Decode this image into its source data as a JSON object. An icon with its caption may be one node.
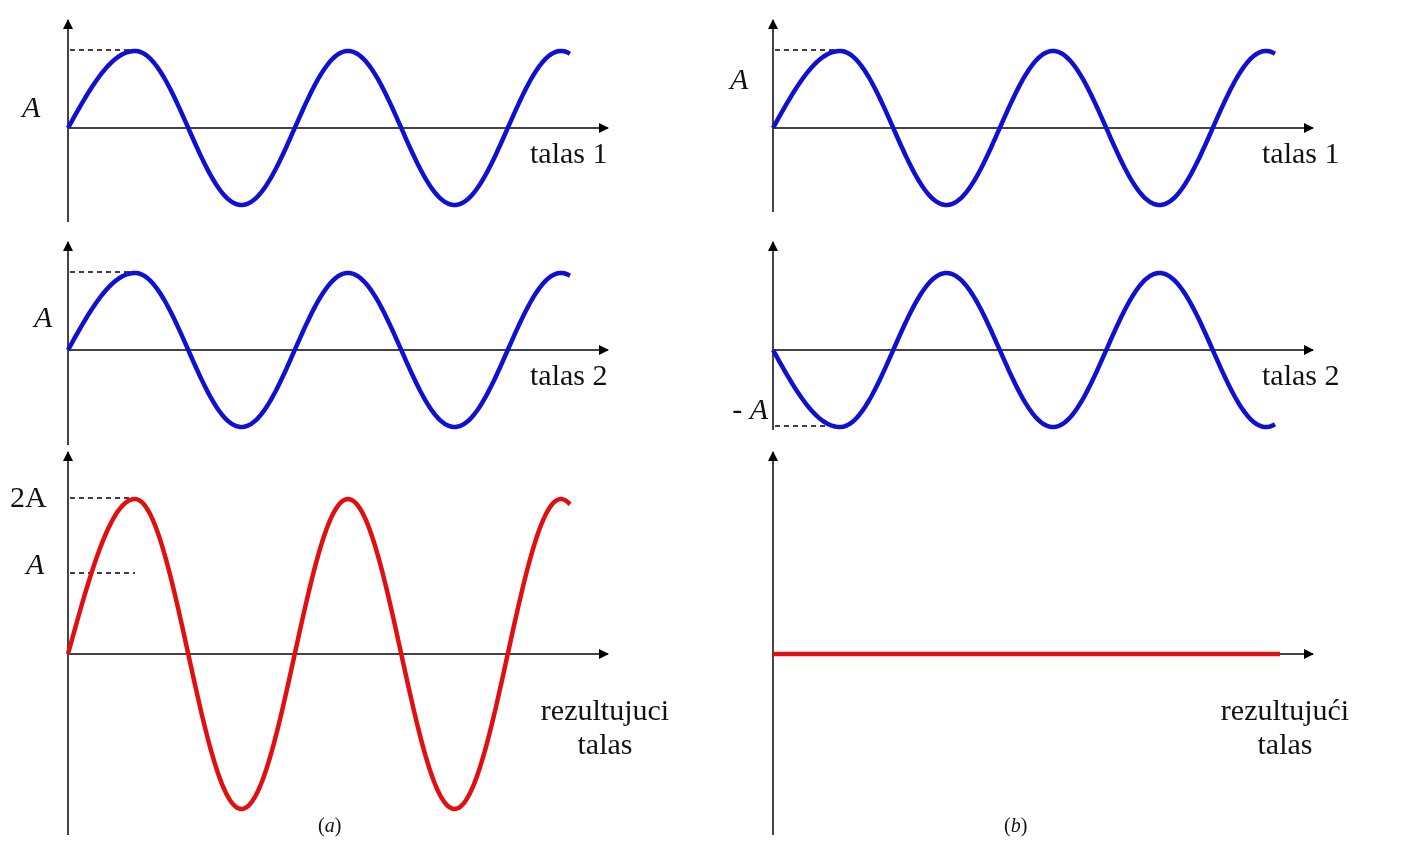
{
  "diagram": {
    "labels": [
      "A",
      "A",
      "talas 1",
      "talas 1",
      "A",
      "talas 2",
      "talas 2",
      "- *A*",
      "2A",
      "A",
      "rezultujuci talas",
      "rezultujući talas",
      "(*a*)",
      "(*b*)"
    ]
  }
}
